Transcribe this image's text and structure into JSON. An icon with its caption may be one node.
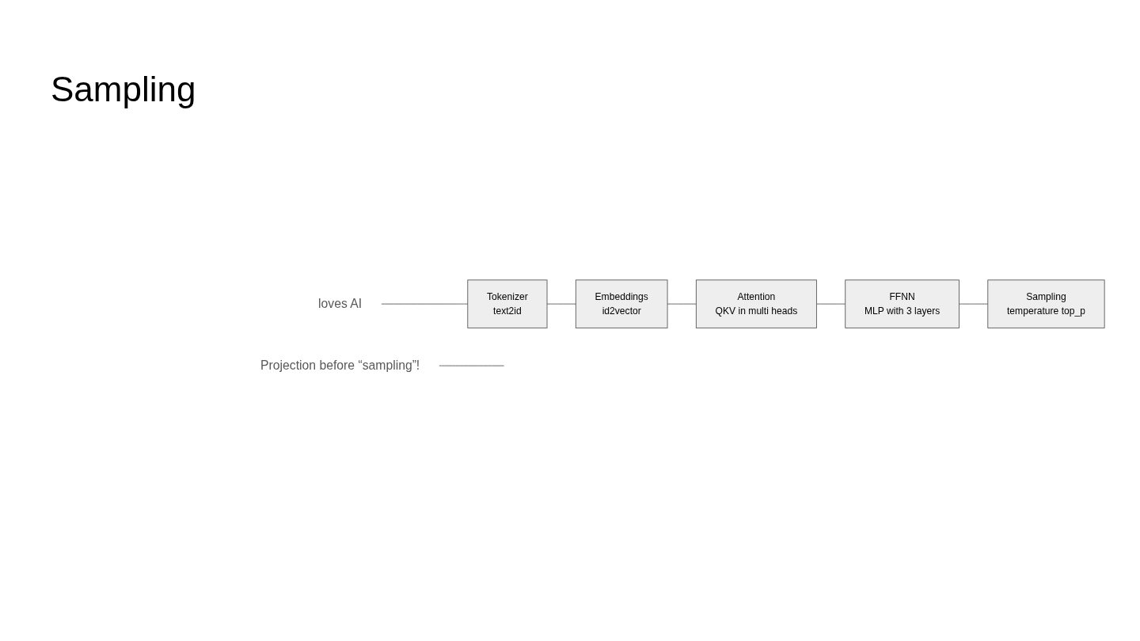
{
  "diagram": {
    "title": "Sampling",
    "nodes": [
      {
        "text": [
          "loves AI"
        ]
      },
      {
        "text": [
          "Tokenizer",
          "text2id"
        ]
      },
      {
        "text": [
          "Embeddings",
          "id2vector"
        ]
      },
      {
        "text": [
          "Attention",
          "QKV in multi heads"
        ]
      },
      {
        "text": [
          "FFNN",
          "MLP with 3 layers"
        ]
      },
      {
        "text": [
          "Sampling",
          "temperature top_p"
        ]
      },
      {
        "text": [
          "Projection before “sampling”!"
        ]
      }
    ],
    "edges": [
      {
        "from": 0,
        "to": 1,
        "arrow": "none"
      },
      {
        "from": 1,
        "to": 2,
        "arrow": "none"
      },
      {
        "from": 2,
        "to": 3,
        "arrow": "none"
      },
      {
        "from": 3,
        "to": 4,
        "arrow": "none"
      },
      {
        "from": 4,
        "to": 5,
        "arrow": "none"
      },
      {
        "from": 6,
        "to": null,
        "arrow": "none"
      }
    ]
  }
}
